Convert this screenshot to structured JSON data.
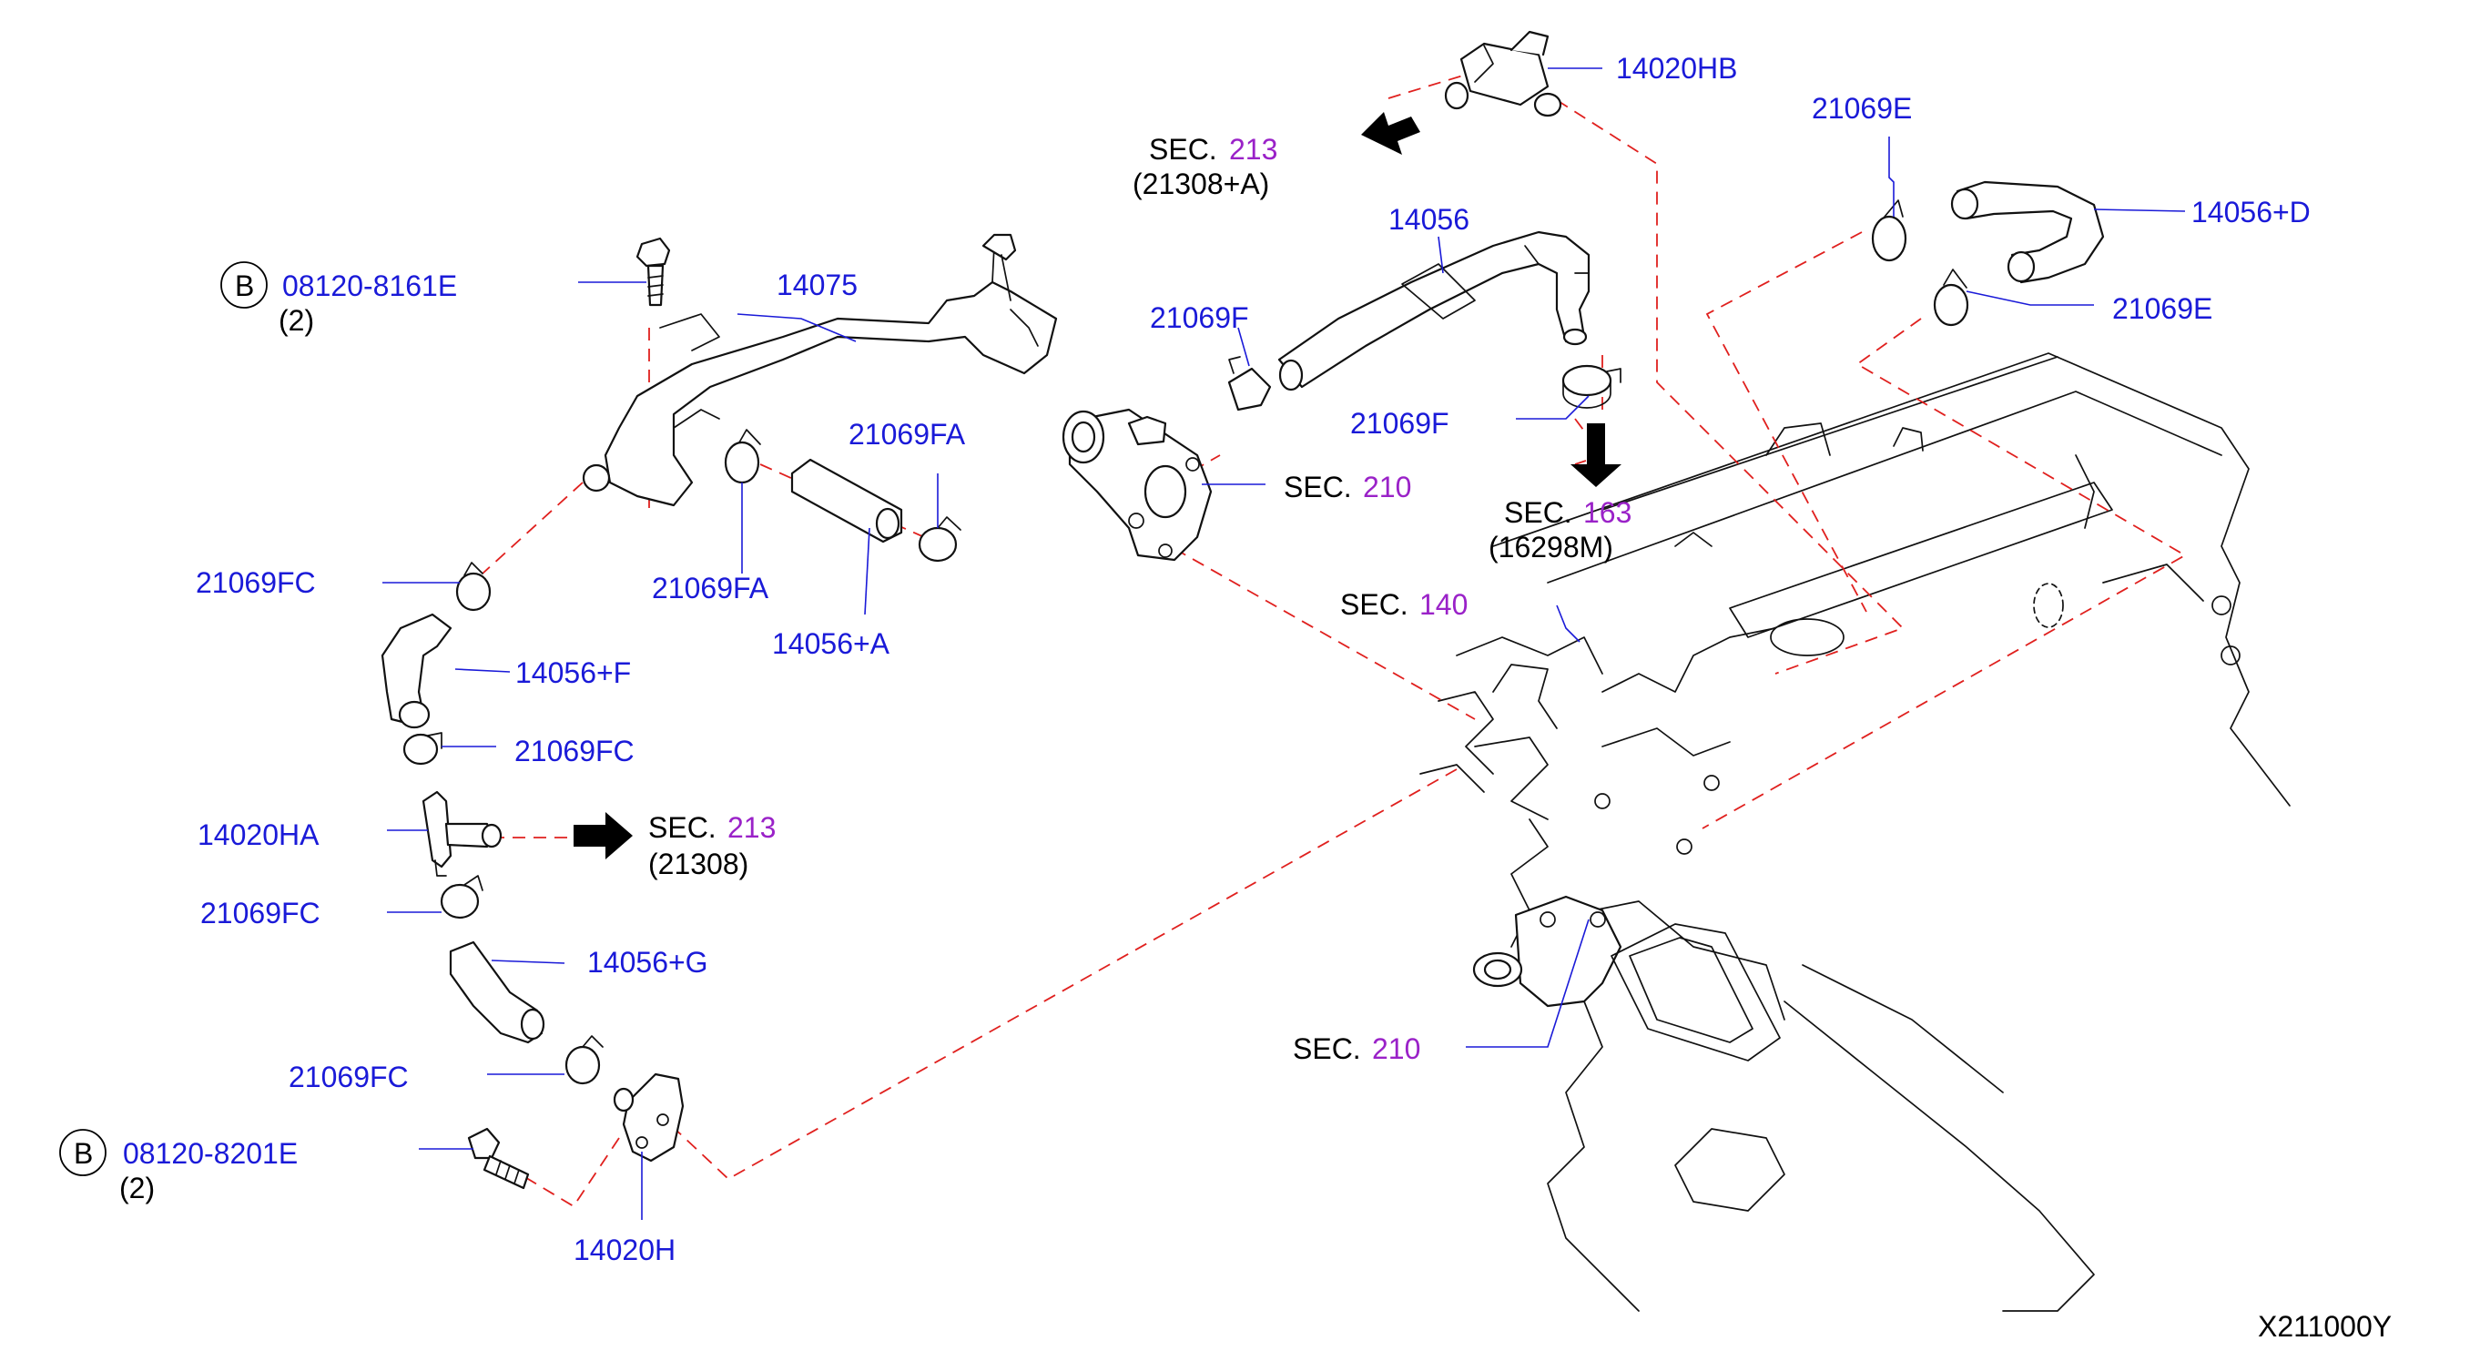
{
  "diagram_id": "X211000Y",
  "callouts": {
    "hb": "14020HB",
    "p14056": "14056",
    "p21069f_a": "21069F",
    "p21069f_b": "21069F",
    "p14075": "14075",
    "p21069fa_a": "21069FA",
    "p21069fa_b": "21069FA",
    "p14056a": "14056+A",
    "p21069fc_a": "21069FC",
    "p14056f": "14056+F",
    "p21069fc_b": "21069FC",
    "p14020ha": "14020HA",
    "p21069fc_c": "21069FC",
    "p14056g": "14056+G",
    "p21069fc_d": "21069FC",
    "p14020h": "14020H",
    "p21069e_a": "21069E",
    "p14056d": "14056+D",
    "p21069e_b": "21069E"
  },
  "bolts": [
    {
      "circle": "B",
      "part": "08120-8161E",
      "qty": "(2)"
    },
    {
      "circle": "B",
      "part": "08120-8201E",
      "qty": "(2)"
    }
  ],
  "sections": {
    "s213a": {
      "word": "SEC.",
      "num": "213",
      "sub": "(21308+A)"
    },
    "s210a": {
      "word": "SEC.",
      "num": "210"
    },
    "s163": {
      "word": "SEC.",
      "num": "163",
      "sub": "(16298M)"
    },
    "s140": {
      "word": "SEC.",
      "num": "140"
    },
    "s213b": {
      "word": "SEC.",
      "num": "213",
      "sub": "(21308)"
    },
    "s210b": {
      "word": "SEC.",
      "num": "210"
    }
  }
}
